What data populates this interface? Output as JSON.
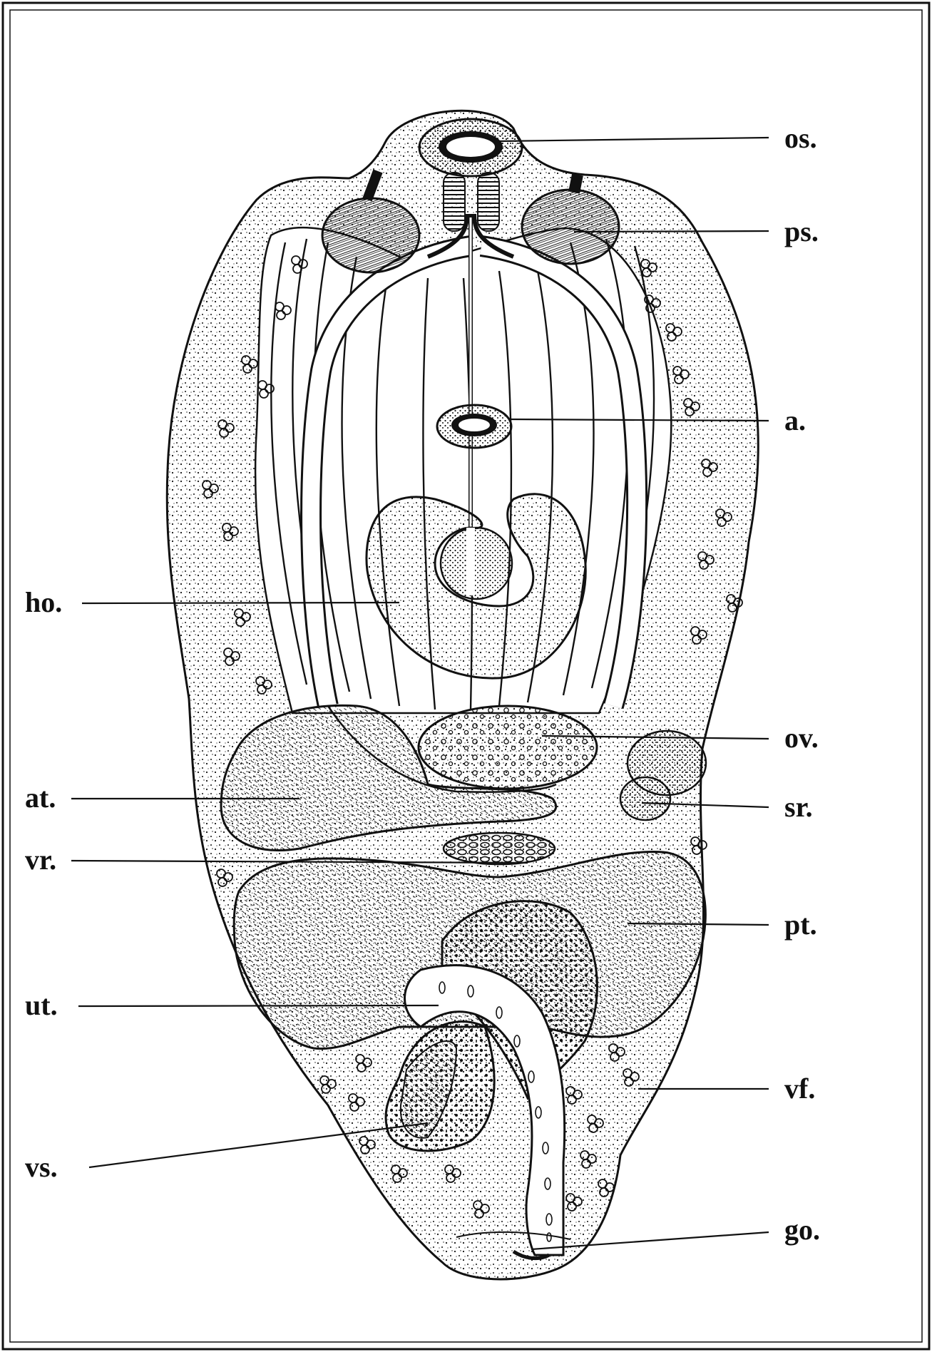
{
  "labels": {
    "os": "os.",
    "ps": "ps.",
    "a": "a.",
    "ho": "ho.",
    "ov": "ov.",
    "at": "at.",
    "sr": "sr.",
    "vr": "vr.",
    "pt": "pt.",
    "ut": "ut.",
    "vf": "vf.",
    "vs": "vs.",
    "go": "go."
  },
  "colors": {
    "ink": "#111111",
    "paper": "#ffffff"
  }
}
